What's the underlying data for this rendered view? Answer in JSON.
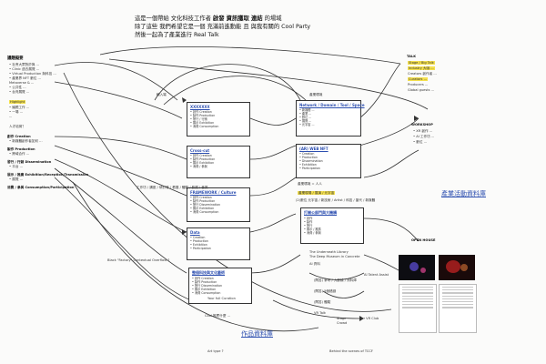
{
  "intro": {
    "line1_a": "這是一個帶給 文化科技工作者",
    "line1_b": "啟發 資訊獲取 連結",
    "line1_c": "的場域",
    "line2": "除了這些 我們希望它是一個 充滿前進動能 且 與我有關的 Cool Party",
    "line3": "然後一起為了產業進行 Real Talk"
  },
  "overview": {
    "title": "議題擬要",
    "items": [
      "• 社會大眾對於與 ...",
      "• Clinic 過去展覽 ...",
      "• Virtual Production 與科技 ...",
      "• 產業界 NFT 數位 ...",
      "  Metaverse & ...",
      "• 公共性 ...",
      "• 台灣展覽 ..."
    ],
    "highlight_1": "Highlight",
    "sub_items": [
      "• 議題工作 ...",
      "• 一場 ...",
      "  ..."
    ],
    "question": "人才培育？",
    "sections": [
      {
        "label": "創作 Creation",
        "text": "• 新媒體創作者如何 ..."
      },
      {
        "label": "製作 Production",
        "text": "• 跨域合作 ..."
      },
      {
        "label": "發行 / 行銷 Dissemination",
        "text": "• 平台 ..."
      },
      {
        "label": "展示 / 推廣 Exhibition/Reception/Transmission",
        "text": "• 展覽 ..."
      },
      {
        "label": "消費 / 參與 Consumption/Participation",
        "text": ""
      }
    ]
  },
  "labels": {
    "flow_top": "輸入端",
    "flow_right": "產業環境",
    "talk": "TALK",
    "workshop": "WORKSHOP",
    "open_house": "OPEN HOUSE",
    "footer_left": "Black \"Factory\"  Contextual Overflow ?",
    "curators": "Your full Curation",
    "bottom_note": "Cool 推薦什麼 ...",
    "arrow_note": "→ VR Club",
    "bottom_label": "Art type ?",
    "bottom_right": "Behind the scenes of TCCF",
    "mid_q": "產業環境 = 人人",
    "lower_q": "(問答) 參考 / 大數據 / 資料庫",
    "lower_q2": "(問答) 5個錯誤",
    "ai_note": "AI Talent Assist",
    "nav": "工作坊 / 講座 / 研討會 / 看展 / 體驗 / 影展 / 音樂",
    "vr_note": "VR Talk",
    "future_note": "(問答) 體驗",
    "stage": "Stage",
    "crowd": "Crowd",
    "library": "The Underneath Library",
    "library2": "The Deep Museum in Concrete",
    "cool_label": "產業現場 / 展演 / 元宇宙",
    "ai_label": "AI 資料",
    "info": "(2)數位 元宇宙 / 新技術 / Artist / 科技 / 當代 / 新媒體"
  },
  "boxes": {
    "b1": {
      "title": "XXXXXXX",
      "lines": [
        "• 創作 Creation",
        "• 製作 Production",
        "• 發行 / 行銷",
        "• 展示 Exhibition",
        "• 消費 Consumption"
      ]
    },
    "b2": {
      "title": "Network / Domain / Tool / Space",
      "lines": [
        "• 新媒體 ...",
        "• 產業 ...",
        "• 數位 ...",
        "• 展覽 ...",
        "• 元宇宙 ..."
      ]
    },
    "b3": {
      "title": "Cross-cut",
      "lines": [
        "• 創作 Creation",
        "• 製作 Production",
        "• 展示 Exhibition",
        "• 消費 / 參與"
      ]
    },
    "b4": {
      "title": "(AR) WEB NFT",
      "lines": [
        "• Creation",
        "• Production",
        "• Dissemination",
        "• Exhibition",
        "• Participation"
      ]
    },
    "b5": {
      "title": "FRAMEWORK / Culture",
      "lines": [
        "• 創作 Creation",
        "• 製作 Production",
        "• 發行 Dissemination",
        "• 展示 Exhibition",
        "• 消費 Consumption"
      ]
    },
    "b6": {
      "title": "打開公部門與大機構",
      "lines": [
        "• 創作",
        "• 製作",
        "• 發行",
        "• 展示 / 推廣",
        "• 消費 / 參與"
      ]
    },
    "b7": {
      "title": "Data",
      "lines": [
        "• Creation",
        "• Production",
        "• Exhibition",
        "• Participation"
      ]
    },
    "b8": {
      "title": "整個科技與文化藝術",
      "lines": [
        "• 創作 Creation",
        "• 製作 Production",
        "• 發行 Dissemination",
        "• 展示 Exhibition",
        "• 消費 Consumption"
      ]
    }
  },
  "talk_items": [
    {
      "text": "Stage / Big Talk",
      "hl": true
    },
    {
      "text": "Industry 大咖 ...",
      "hl": true
    },
    {
      "text": "Creators 創作者 ...",
      "hl": false
    },
    {
      "text": "Curators ...",
      "hl": true
    },
    {
      "text": "Producers ...",
      "hl": false
    },
    {
      "text": "Global guests ...",
      "hl": false
    }
  ],
  "workshop_items": [
    "• XR 創作 ...",
    "• AI 工作坊 ...",
    "• 數位 ..."
  ],
  "database_labels": {
    "industry": "產業活動資料庫",
    "works": "作品資料庫"
  },
  "colors": {
    "accent_blue": "#2d4fb0",
    "highlight": "#f4e04d",
    "line": "#333333"
  }
}
